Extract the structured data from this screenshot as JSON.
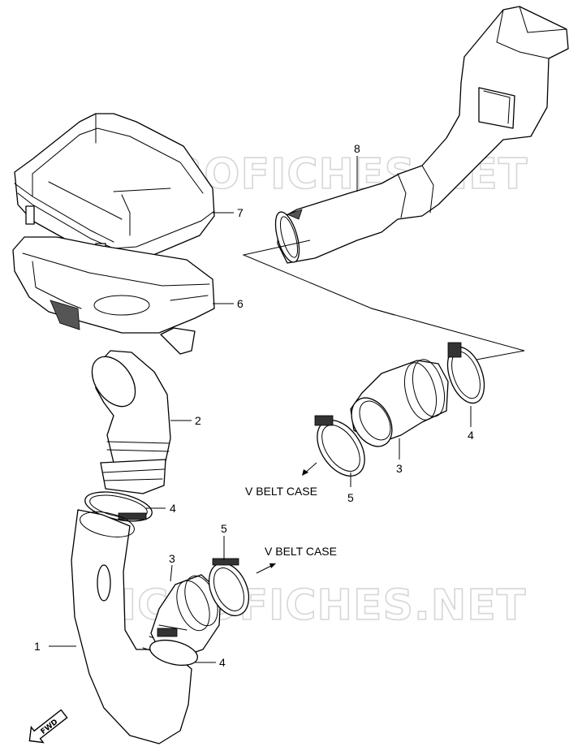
{
  "watermark": "MICROFICHES.NET",
  "callouts": {
    "c1": "1",
    "c2": "2",
    "c3a": "3",
    "c3b": "3",
    "c4a": "4",
    "c4b": "4",
    "c4c": "4",
    "c5a": "5",
    "c5b": "5",
    "c6": "6",
    "c7": "7",
    "c8": "8"
  },
  "notes": {
    "vbelt_upper": "V BELT CASE",
    "vbelt_lower": "V BELT CASE"
  },
  "fwd_label": "FWD"
}
